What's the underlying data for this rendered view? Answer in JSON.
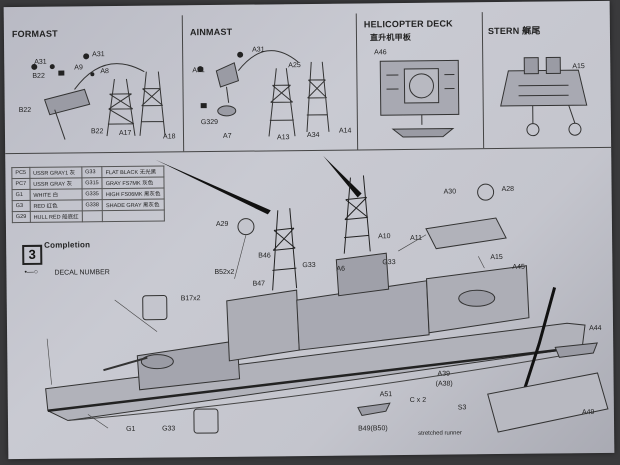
{
  "headers": {
    "formast": "FORMAST",
    "ainmast": "AINMAST",
    "heli_deck": "HELICOPTER DECK",
    "heli_cn": "直升机甲板",
    "stern": "STERN 艉尾",
    "completion": "Completion",
    "step_number": "3",
    "decal_note": "DECAL NUMBER"
  },
  "paint_table": [
    [
      "PC5",
      "USSR GRAY1 灰",
      "G33",
      "FLAT BLACK 无光黑"
    ],
    [
      "PC7",
      "USSR GRAY 灰",
      "G315",
      "GRAY FS7MK 灰色"
    ],
    [
      "G1",
      "WHITE 白",
      "G335",
      "HIGH FS06MK 黑灰色"
    ],
    [
      "G3",
      "RED 红色",
      "G338",
      "SHADE GRAY 黑灰色"
    ],
    [
      "G29",
      "HULL RED 船底红",
      "",
      ""
    ]
  ],
  "formast_labels": [
    "A31",
    "B22",
    "A9",
    "A31",
    "A8",
    "B22",
    "B22",
    "A17",
    "A18"
  ],
  "ainmast_labels": [
    "A31",
    "A31",
    "A25",
    "A13",
    "A34",
    "A14",
    "G329",
    "A7"
  ],
  "heli_labels": [
    "A46"
  ],
  "stern_labels": [
    "A15"
  ],
  "main_labels": {
    "a29": "A29",
    "a30": "A30",
    "a28": "A28",
    "a10": "A10",
    "a11": "A11",
    "a15": "A15",
    "a45": "A45",
    "a6": "A6",
    "b52": "B52x2",
    "b46": "B46",
    "b47": "B47",
    "b17": "B17x2",
    "g33a": "G33",
    "g33b": "G33",
    "g1": "G1",
    "g33c": "G33",
    "a51": "A51",
    "b49": "B49(B50)",
    "c2": "C x 2",
    "a39": "A39",
    "a38": "(A38)",
    "s3": "S3",
    "a44": "A44",
    "a49": "A49",
    "runner": "stretched runner"
  }
}
